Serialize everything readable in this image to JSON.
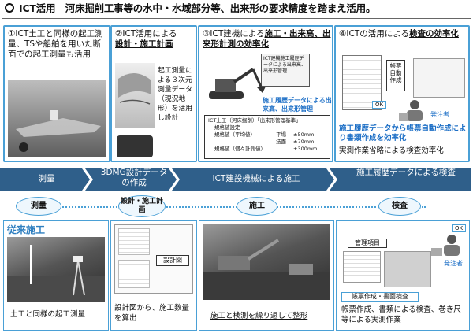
{
  "title": {
    "text": "ICT活用　河床掘削工事等の水中・水域部分等、出来形の要求精度を踏まえ活用。"
  },
  "panels": [
    {
      "title": "①ICT土工と同様の起工測量、TSや船舶を用いた断面での起工測量も活用"
    },
    {
      "title_prefix": "②ICT活用による",
      "title_bold": "設計・施工計画",
      "body": "起工測量による３次元測量データ（現況地形）を活用し設計"
    },
    {
      "title_prefix": "③ICT建機による",
      "title_bold": "施工・出来高、出来形計測の効率化",
      "callout": "施工履歴データによる出来高、出来形管理",
      "device_label": "ICT建機施工履歴データによる出来高、出来形管理",
      "spec_heading": "ICT土工（河床掘削）「出来形管理基準」",
      "spec_sub": "規格値設定",
      "spec_rows": [
        {
          "item": "規格値（平均値）",
          "sub": "平場",
          "value": "±50mm"
        },
        {
          "item": "",
          "sub": "法面",
          "value": "±70mm"
        },
        {
          "item": "規格値（個々計測値）",
          "sub": "",
          "value": "±300mm"
        }
      ]
    },
    {
      "title_prefix": "④ICTの活用による",
      "title_bold": "検査の効率化",
      "doc_label": "帳票自動作成",
      "ok": "OK",
      "person": "発注者",
      "blue_text": "施工履歴データから帳票自動作成により書類作成を効率化",
      "body": "実測作業省略による検査効率化"
    }
  ],
  "band": {
    "stages": [
      "測量",
      "3DMG設計データの作成",
      "ICT建設機械による施工",
      "施工履歴データによる検査"
    ]
  },
  "ovals": [
    "測量",
    "設計・施工計画",
    "施工",
    "検査"
  ],
  "lower": {
    "heading": "従来施工",
    "survey_caption": "土工と同様の起工測量",
    "design_label": "設計図",
    "design_caption": "設計図から、施工数量を算出",
    "construct_caption": "施工と検測を繰り返して整形",
    "inspect_items_label": "管理項目",
    "inspect_ok": "OK",
    "inspect_person": "発注者",
    "inspect_tag": "帳票作成・書面検査",
    "inspect_caption": "帳票作成、書類による検査、巻き尺等による実測作業"
  }
}
